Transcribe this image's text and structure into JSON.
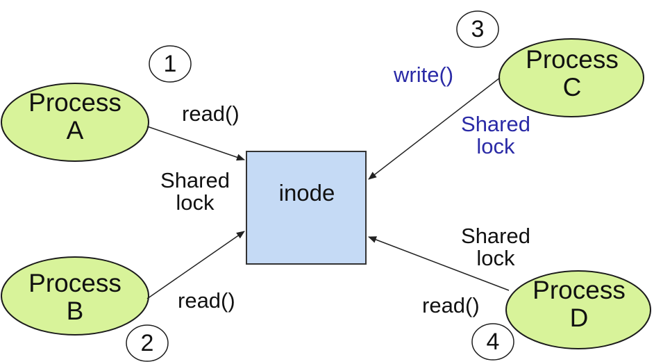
{
  "nodes": {
    "inode": {
      "label": "inode",
      "fill": "#c5daf5",
      "stroke": "#333333"
    },
    "process_a": {
      "line1": "Process",
      "line2": "A",
      "step": "1"
    },
    "process_b": {
      "line1": "Process",
      "line2": "B",
      "step": "2"
    },
    "process_c": {
      "line1": "Process",
      "line2": "C",
      "step": "3"
    },
    "process_d": {
      "line1": "Process",
      "line2": "D",
      "step": "4"
    }
  },
  "edges": {
    "a_op": "read()",
    "a_lock_1": "Shared",
    "a_lock_2": "lock",
    "b_op": "read()",
    "c_op": "write()",
    "c_lock_1": "Shared",
    "c_lock_2": "lock",
    "d_op": "read()",
    "d_lock_1": "Shared",
    "d_lock_2": "lock"
  },
  "colors": {
    "process_fill": "#d8f39a",
    "process_stroke": "#1c1c1c",
    "write_text": "#2a2aa6",
    "arrow": "#222222"
  }
}
